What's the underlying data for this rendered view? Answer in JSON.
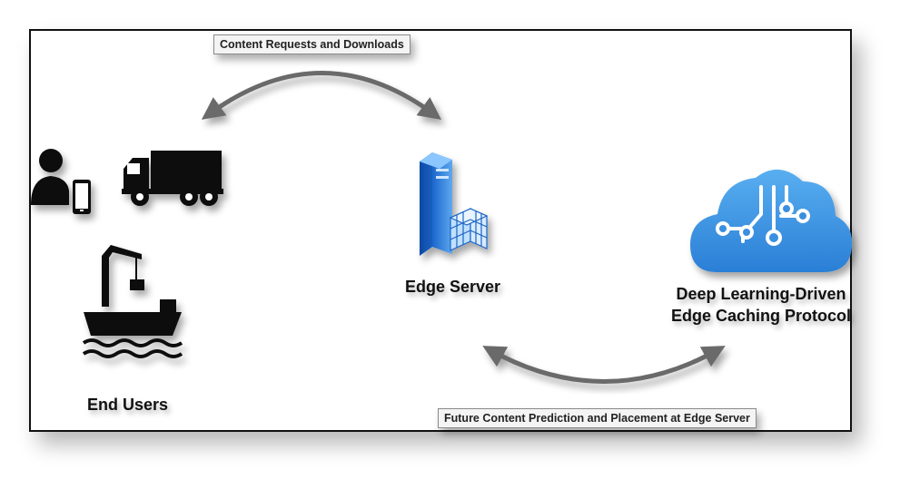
{
  "connections": {
    "top_label": "Content Requests and Downloads",
    "bottom_label": "Future Content Prediction and Placement at Edge Server"
  },
  "nodes": {
    "end_users": {
      "label": "End Users",
      "icons": [
        "person-with-phone-icon",
        "truck-icon",
        "ship-crane-icon"
      ]
    },
    "edge_server": {
      "label": "Edge Server",
      "icon": "server-icon"
    },
    "protocol": {
      "label_line1": "Deep Learning-Driven",
      "label_line2": "Edge Caching Protocol",
      "icon": "ai-cloud-icon"
    }
  },
  "colors": {
    "arrow": "#6b6b6b",
    "icon_dark": "#111111",
    "server_blue": "#1e6fd9",
    "cloud_blue": "#3a8fe0"
  }
}
